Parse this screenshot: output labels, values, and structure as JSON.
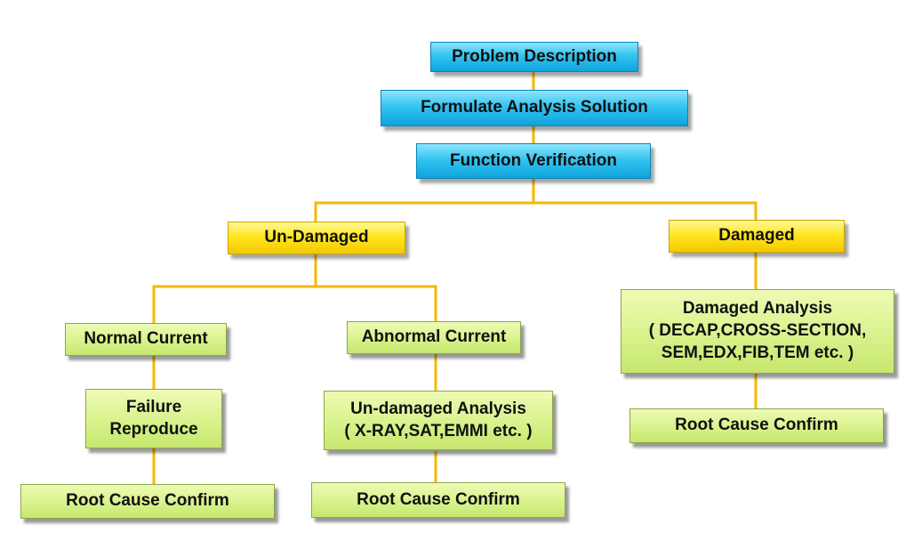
{
  "diagram": {
    "nodes": {
      "problem_description": {
        "lines": [
          "Problem Description"
        ]
      },
      "formulate_analysis": {
        "lines": [
          "Formulate Analysis Solution"
        ]
      },
      "function_verification": {
        "lines": [
          "Function Verification"
        ]
      },
      "un_damaged": {
        "lines": [
          "Un-Damaged"
        ]
      },
      "damaged": {
        "lines": [
          "Damaged"
        ]
      },
      "normal_current": {
        "lines": [
          "Normal Current"
        ]
      },
      "abnormal_current": {
        "lines": [
          "Abnormal Current"
        ]
      },
      "failure_reproduce": {
        "lines": [
          "Failure",
          "Reproduce"
        ]
      },
      "undamaged_analysis": {
        "lines": [
          "Un-damaged Analysis",
          "( X-RAY,SAT,EMMI etc. )"
        ]
      },
      "damaged_analysis": {
        "lines": [
          "Damaged Analysis",
          "( DECAP,CROSS-SECTION,",
          "SEM,EDX,FIB,TEM etc. )"
        ]
      },
      "root_cause_normal": {
        "lines": [
          "Root Cause Confirm"
        ]
      },
      "root_cause_abnormal": {
        "lines": [
          "Root Cause Confirm"
        ]
      },
      "root_cause_damaged": {
        "lines": [
          "Root Cause Confirm"
        ]
      }
    },
    "edges": [
      [
        "problem_description",
        "formulate_analysis"
      ],
      [
        "formulate_analysis",
        "function_verification"
      ],
      [
        "function_verification",
        "un_damaged"
      ],
      [
        "function_verification",
        "damaged"
      ],
      [
        "un_damaged",
        "normal_current"
      ],
      [
        "un_damaged",
        "abnormal_current"
      ],
      [
        "normal_current",
        "failure_reproduce"
      ],
      [
        "failure_reproduce",
        "root_cause_normal"
      ],
      [
        "abnormal_current",
        "undamaged_analysis"
      ],
      [
        "undamaged_analysis",
        "root_cause_abnormal"
      ],
      [
        "damaged",
        "damaged_analysis"
      ],
      [
        "damaged_analysis",
        "root_cause_damaged"
      ]
    ],
    "colors": {
      "connector": "#f5b800",
      "blue_node": "#1eb4ea",
      "yellow_node": "#ffe600",
      "green_node": "#d4f08a"
    }
  }
}
